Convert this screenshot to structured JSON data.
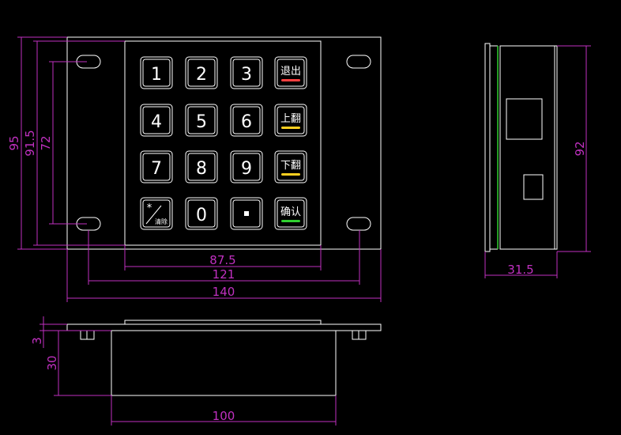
{
  "front_view": {
    "keys": [
      {
        "label": "1"
      },
      {
        "label": "2"
      },
      {
        "label": "3"
      },
      {
        "label": "退出",
        "bar": "#ff4040"
      },
      {
        "label": "4"
      },
      {
        "label": "5"
      },
      {
        "label": "6"
      },
      {
        "label": "上翻",
        "bar": "#ffd020"
      },
      {
        "label": "7"
      },
      {
        "label": "8"
      },
      {
        "label": "9"
      },
      {
        "label": "下翻",
        "bar": "#ffd020"
      },
      {
        "label": "*",
        "sub": "清除"
      },
      {
        "label": "0"
      },
      {
        "label": "▪"
      },
      {
        "label": "确认",
        "bar": "#30d030"
      }
    ],
    "dimensions": {
      "height_overall": "95",
      "height_holes": "91.5",
      "height_inner": "72",
      "width_keypad": "87.5",
      "width_holes": "121",
      "width_overall": "140"
    }
  },
  "side_view": {
    "dimensions": {
      "height": "92",
      "depth": "31.5"
    }
  },
  "bottom_view": {
    "dimensions": {
      "flange": "3",
      "body_height": "30",
      "body_width": "100"
    }
  },
  "colors": {
    "outline": "#ffffff",
    "dimension": "#c030c0",
    "accent": "#30d030"
  }
}
